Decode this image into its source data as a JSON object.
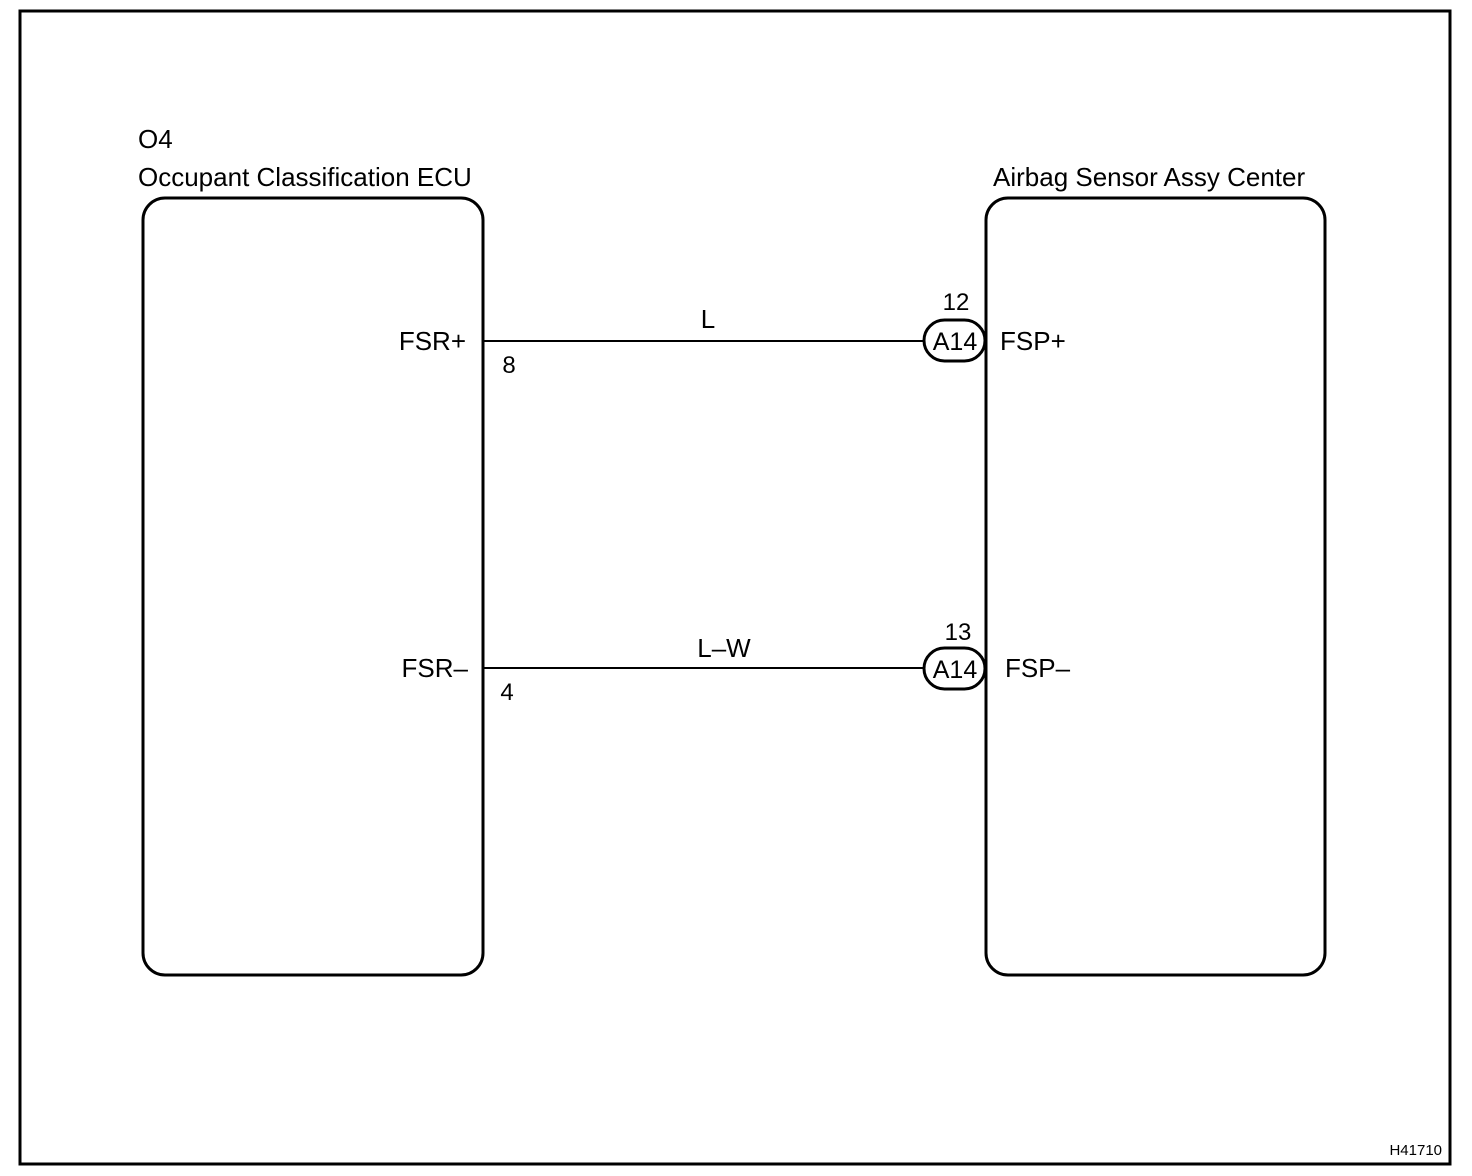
{
  "left_component": {
    "connector_code": "O4",
    "name": "Occupant Classification ECU"
  },
  "right_component": {
    "name": "Airbag Sensor Assy Center"
  },
  "wires": [
    {
      "left_terminal": "FSR+",
      "left_pin": "8",
      "wire_color": "L",
      "connector": "A14",
      "right_pin": "12",
      "right_terminal": "FSP+"
    },
    {
      "left_terminal": "FSR–",
      "left_pin": "4",
      "wire_color": "L–W",
      "connector": "A14",
      "right_pin": "13",
      "right_terminal": "FSP–"
    }
  ],
  "figure_code": "H41710"
}
